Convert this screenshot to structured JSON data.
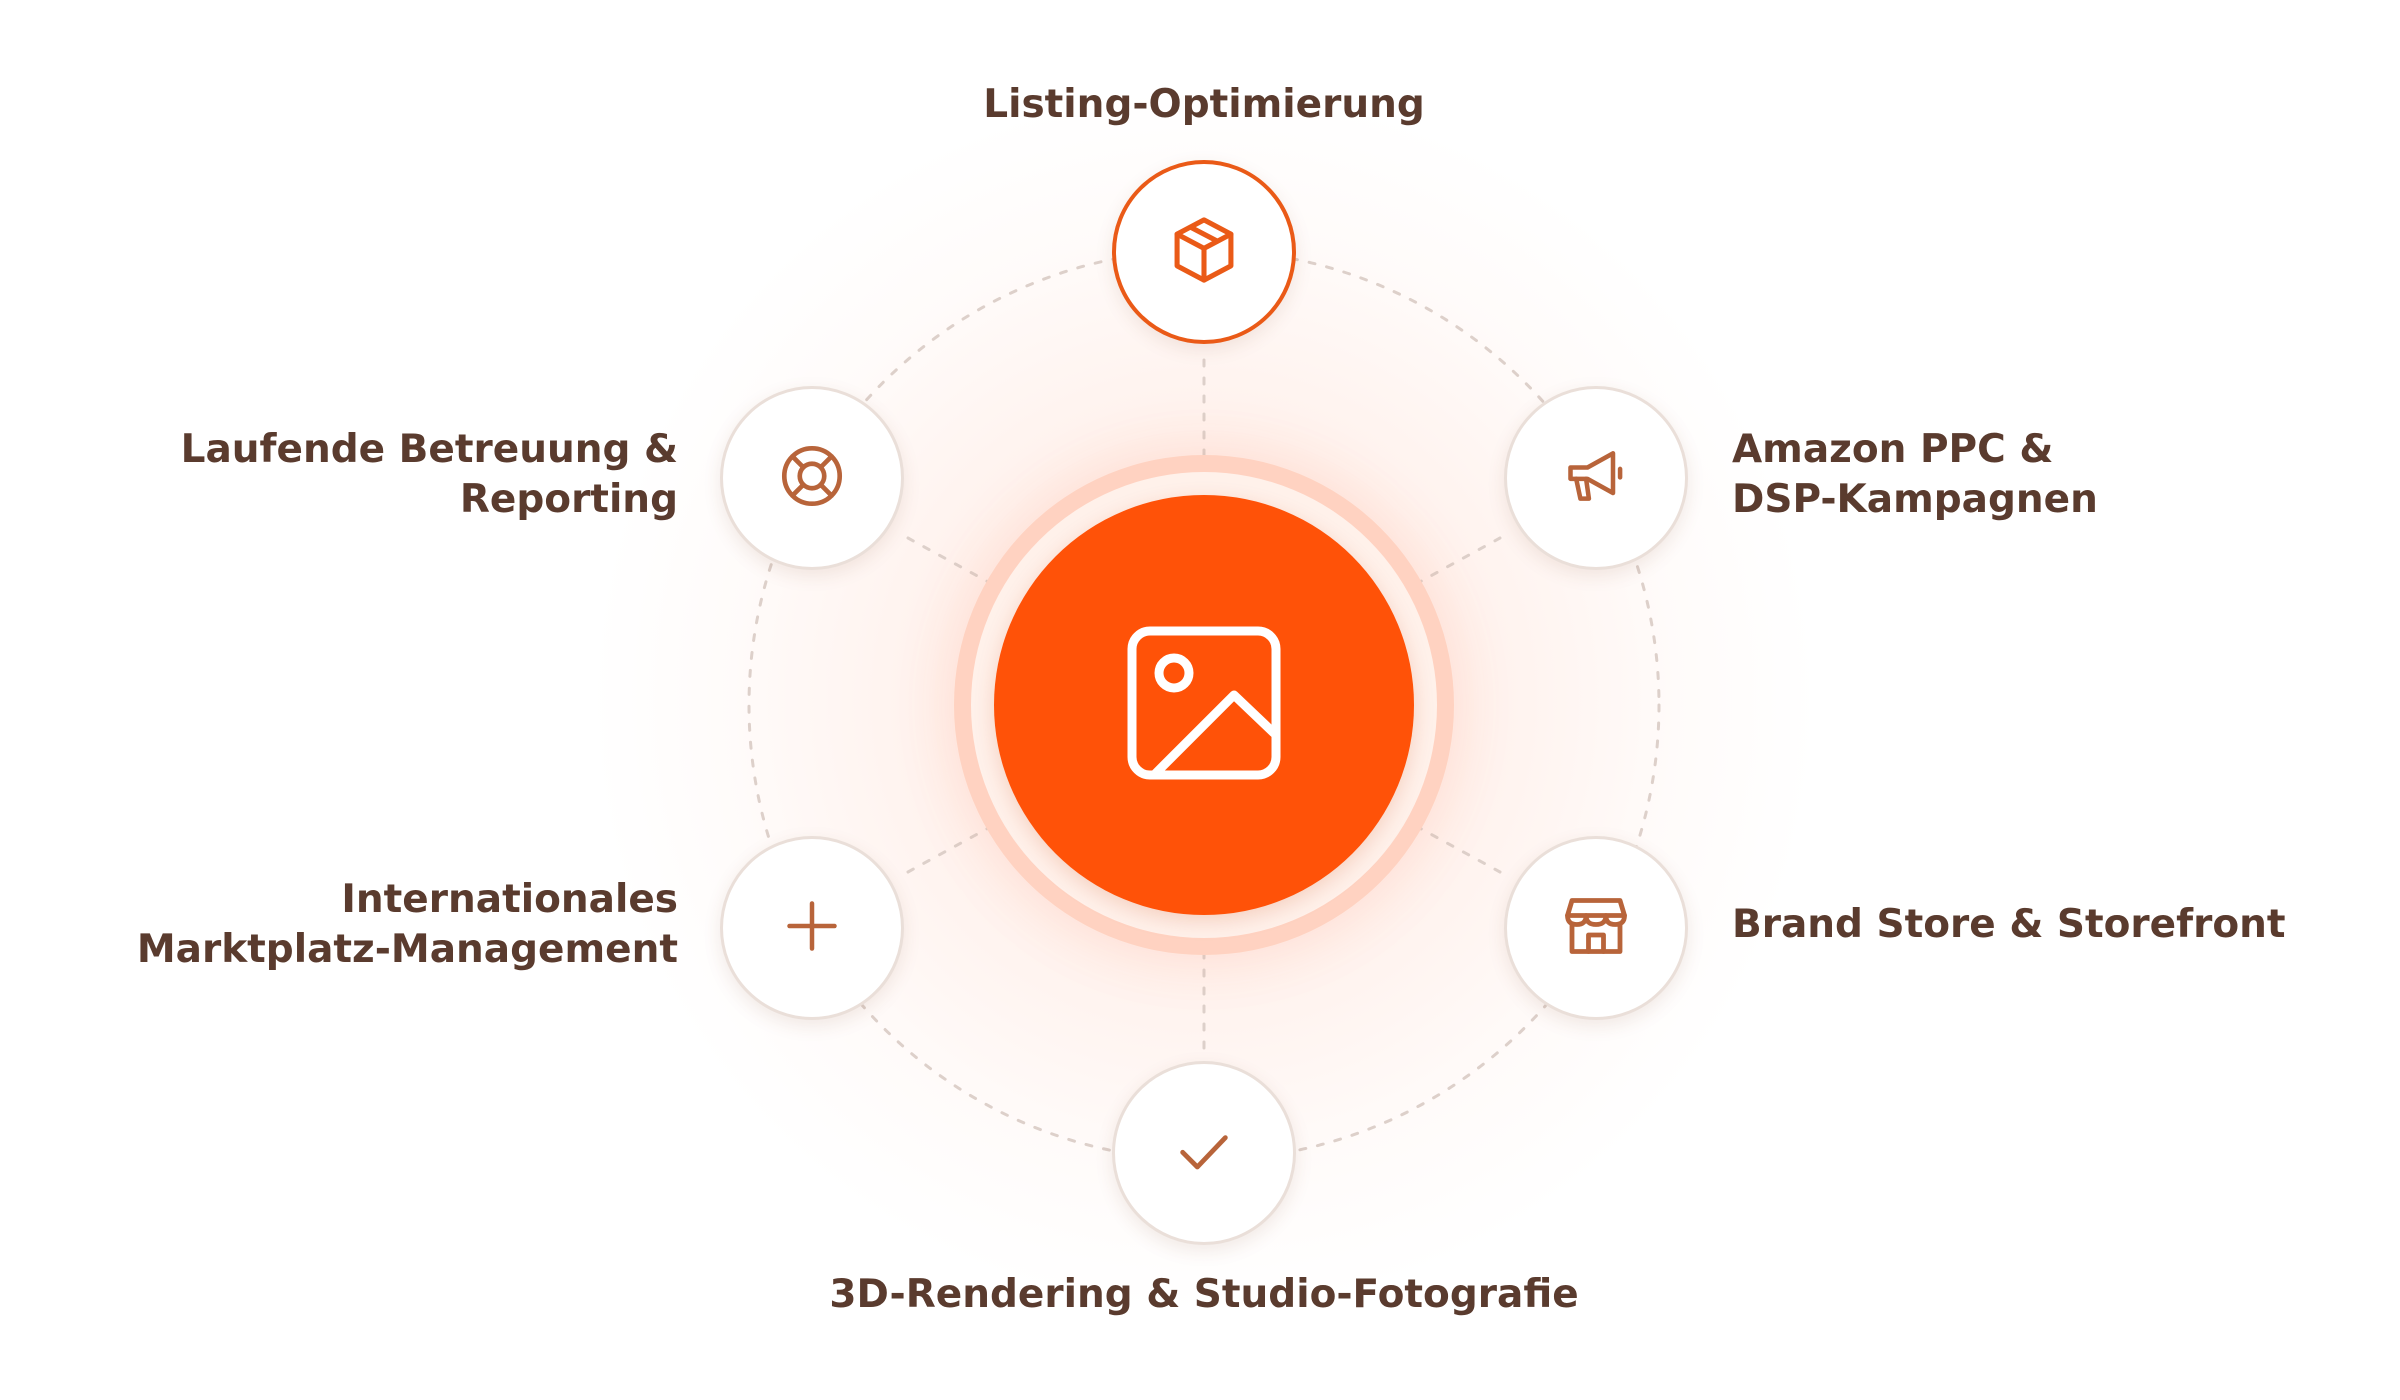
{
  "diagram": {
    "center": {
      "icon": "image-icon",
      "color": "#ff5208"
    },
    "nodes": [
      {
        "id": "listing",
        "line1": "Listing-Optimierung",
        "line2": "",
        "icon": "package-box-icon",
        "active": true
      },
      {
        "id": "ppc",
        "line1": "Amazon PPC &",
        "line2": "DSP-Kampagnen",
        "icon": "megaphone-icon",
        "active": false
      },
      {
        "id": "brandstore",
        "line1": "Brand Store & Storefront",
        "line2": "",
        "icon": "storefront-icon",
        "active": false
      },
      {
        "id": "rendering",
        "line1": "3D-Rendering & Studio-Fotografie",
        "line2": "",
        "icon": "checkmark-icon",
        "active": false
      },
      {
        "id": "international",
        "line1": "Internationales",
        "line2": "Marktplatz-Management",
        "icon": "plus-icon",
        "active": false
      },
      {
        "id": "support",
        "line1": "Laufende Betreuung &",
        "line2": "Reporting",
        "icon": "lifebuoy-icon",
        "active": false
      }
    ],
    "colors": {
      "accent": "#ff5208",
      "active_border": "#ea5a17",
      "icon": "#b8643a",
      "label": "#5a3b2e",
      "dashed_line": "#ddd0ca"
    }
  }
}
